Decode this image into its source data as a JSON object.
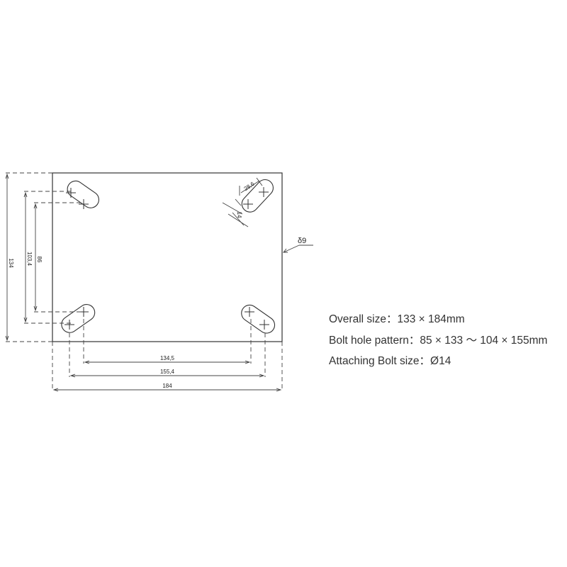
{
  "drawing": {
    "dimensions": {
      "height_overall": "134",
      "height_slot_outer": "103,4",
      "height_slot_inner": "86",
      "width_slot_inner": "134,5",
      "width_slot_outer": "155,4",
      "width_overall": "184",
      "slot_length": "28,6",
      "slot_width": "14",
      "corner_thickness": "δ9"
    }
  },
  "specs": {
    "overall_size": "Overall size：133 × 184mm",
    "bolt_hole_pattern": "Bolt hole pattern：85 × 133 ～ 104 × 155mm",
    "attaching_bolt_size": "Attaching Bolt size：Ø14"
  }
}
